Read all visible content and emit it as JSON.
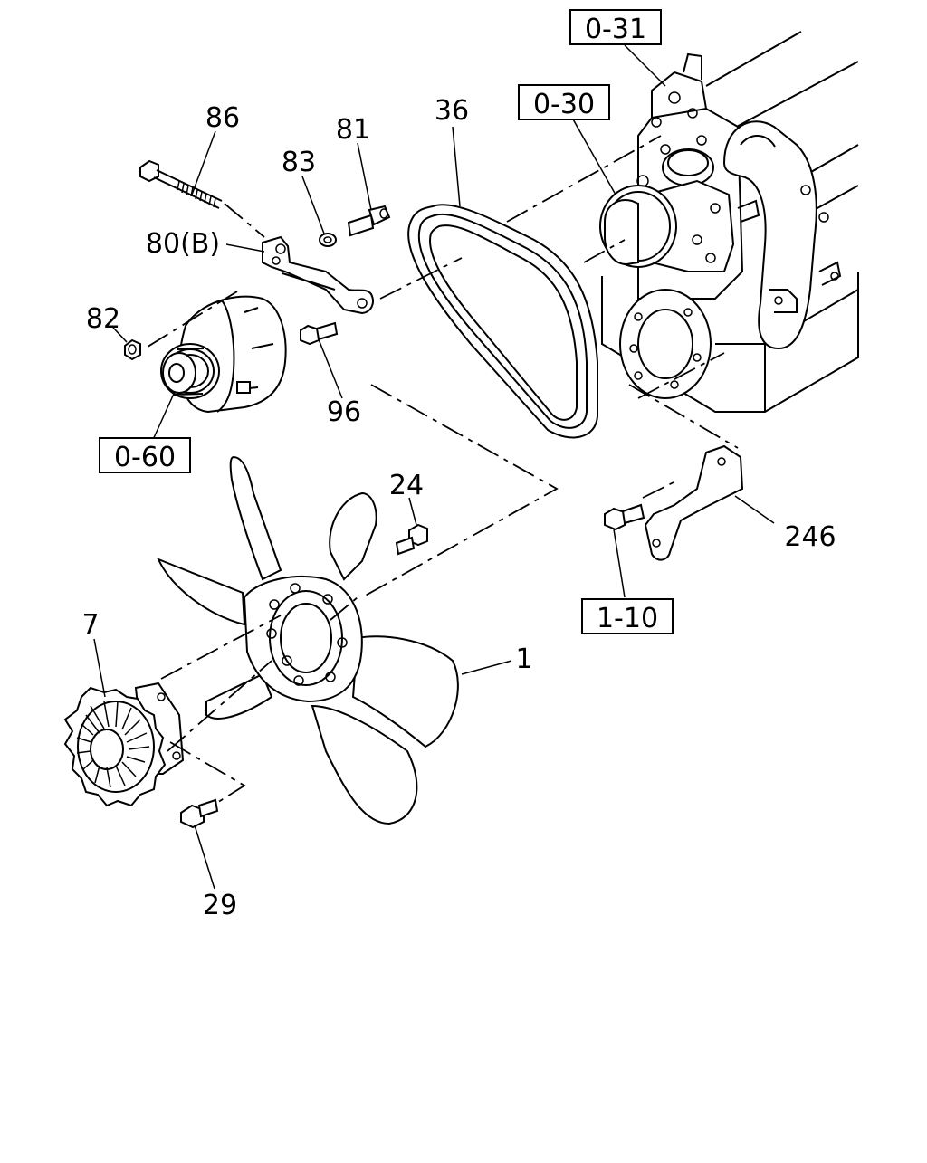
{
  "diagram": {
    "callouts": {
      "c86": "86",
      "c83": "83",
      "c81": "81",
      "c36": "36",
      "c80b": "80(B)",
      "c82": "82",
      "c96": "96",
      "c24": "24",
      "c246": "246",
      "c7": "7",
      "c1": "1",
      "c29": "29"
    },
    "references": {
      "r031": "0-31",
      "r030": "0-30",
      "r060": "0-60",
      "r110": "1-10"
    }
  }
}
